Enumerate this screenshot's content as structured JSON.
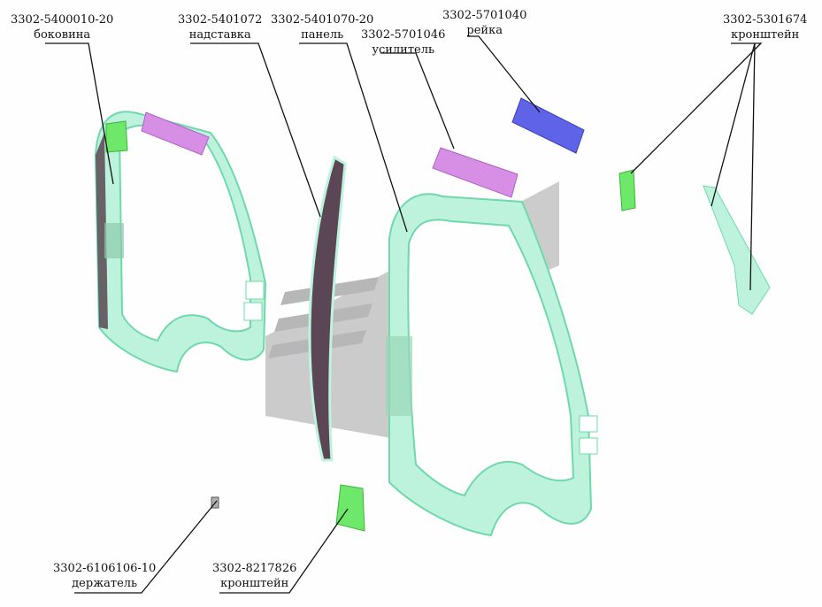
{
  "labels": [
    {
      "part": "3302-5400010-20",
      "name": "боковина"
    },
    {
      "part": "3302-5401072",
      "name": "надставка"
    },
    {
      "part": "3302-5401070-20",
      "name": "панель"
    },
    {
      "part": "3302-5701046",
      "name": "усилитель"
    },
    {
      "part": "3302-5701040",
      "name": "рейка"
    },
    {
      "part": "3302-5301674",
      "name": "кронштейн"
    },
    {
      "part": "3302-6106106-10",
      "name": "держатель"
    },
    {
      "part": "3302-8217826",
      "name": "кронштейн"
    }
  ],
  "colors": {
    "panel_fill": "#bdf3dc",
    "panel_edge": "#6fd9ab",
    "green_part": "#6ee86a",
    "blue_part": "#5e63e8",
    "pink_part": "#d78fe6",
    "dark_part": "#5a4654",
    "watermark": "#a9a9a9",
    "leader": "#111111"
  }
}
